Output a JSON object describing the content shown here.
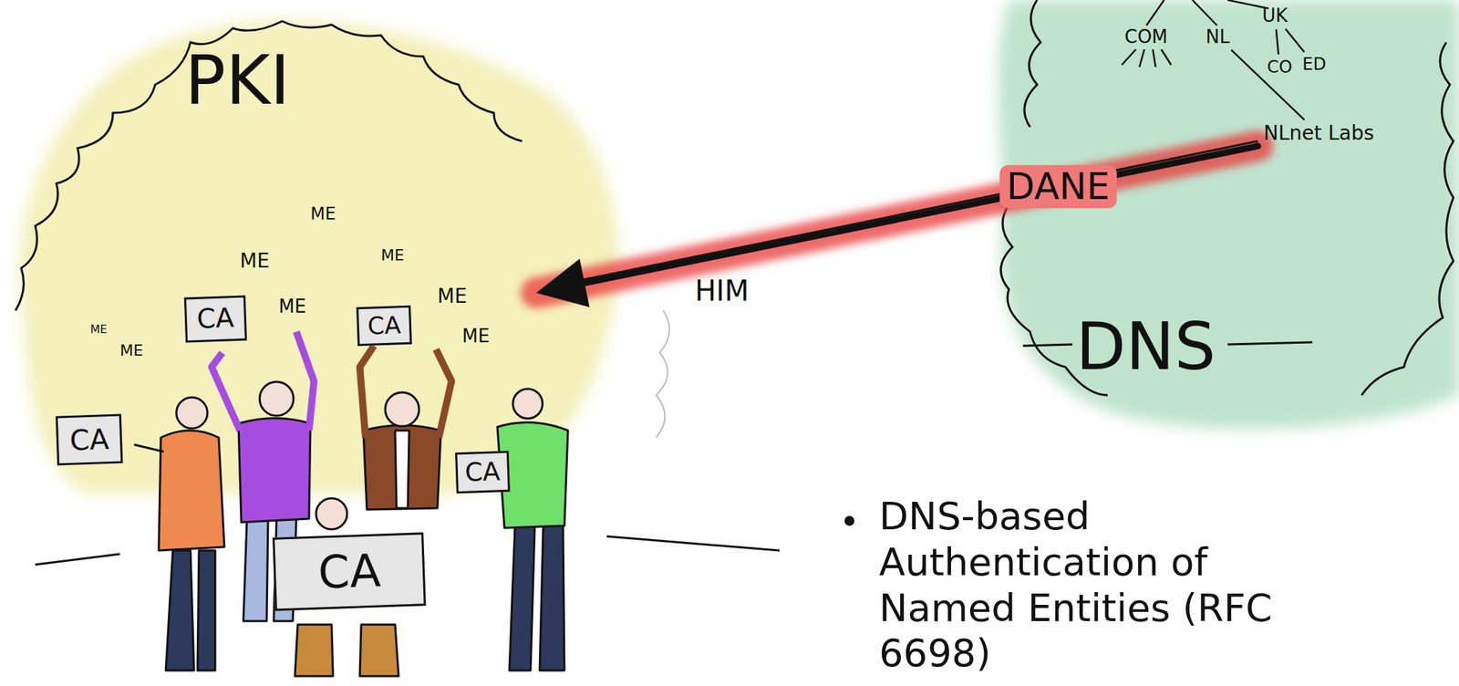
{
  "diagram": {
    "nodes": [
      {
        "text": [
          "PKI"
        ]
      },
      {
        "text": [
          "CA"
        ],
        "in": 0
      },
      {
        "text": [
          "CA"
        ],
        "in": 0
      },
      {
        "text": [
          "CA"
        ],
        "in": 0
      },
      {
        "text": [
          "CA"
        ],
        "in": 0
      },
      {
        "text": [
          "CA"
        ],
        "in": 0
      },
      {
        "text": [
          "DNS"
        ]
      },
      {
        "text": [
          "UK"
        ],
        "in": 6
      },
      {
        "text": [
          "COM"
        ],
        "in": 6
      },
      {
        "text": [
          "NL"
        ],
        "in": 6
      },
      {
        "text": [
          "CO"
        ],
        "in": 6
      },
      {
        "text": [
          "ED"
        ],
        "in": 6
      },
      {
        "text": [
          "NLnet Labs"
        ],
        "in": 6
      }
    ],
    "edges": [
      {
        "from": 12,
        "to": 0,
        "arrow": "to",
        "label": "DANE"
      },
      {
        "from": 7,
        "to": 10,
        "arrow": "none"
      },
      {
        "from": 7,
        "to": 11,
        "arrow": "none"
      },
      {
        "from": 9,
        "to": 12,
        "arrow": "none"
      }
    ],
    "labels": [
      "ME",
      "ME",
      "ME",
      "ME",
      "ME",
      "ME",
      "ME",
      "ME",
      "HIM",
      "DNS-based Authentication of Named Entities (RFC 6698)"
    ]
  }
}
